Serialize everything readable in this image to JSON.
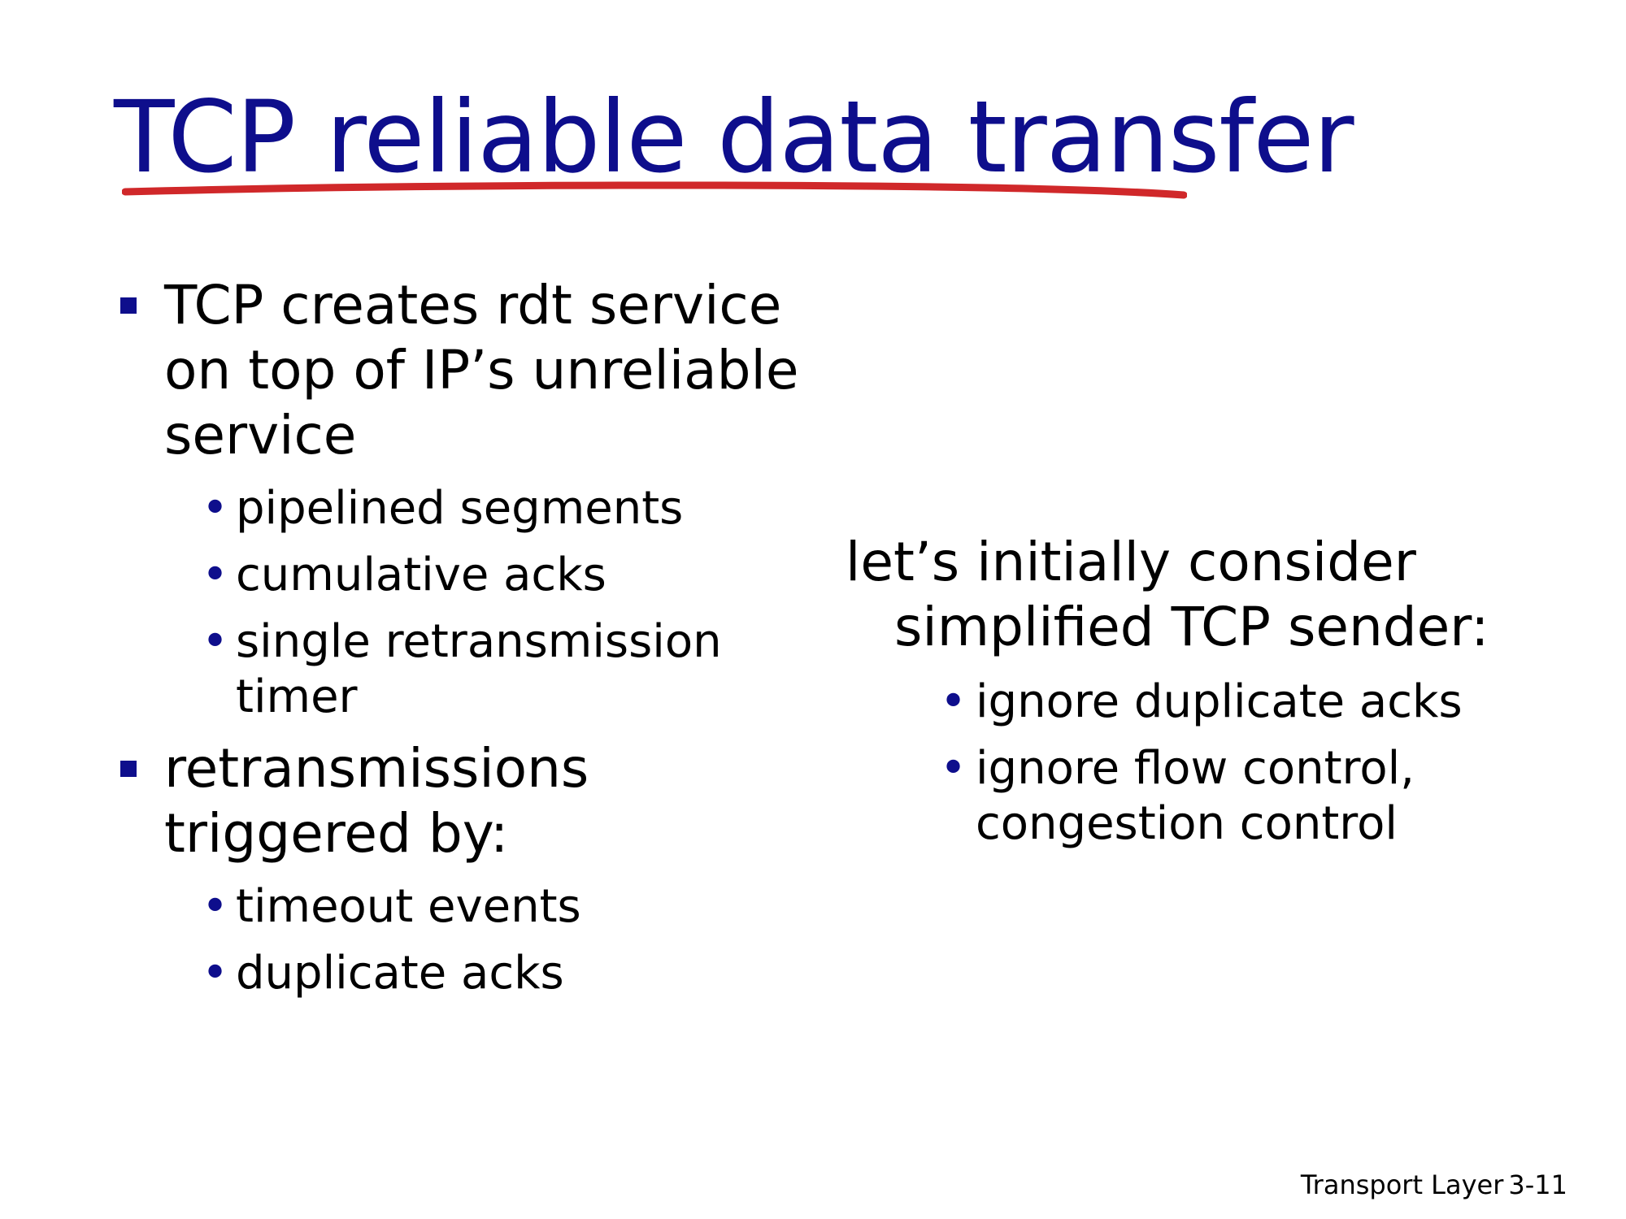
{
  "slide": {
    "title": "TCP reliable data transfer",
    "accent_color": "#0e0e8c",
    "underline_color": "#d0282a"
  },
  "left_column": {
    "items": [
      {
        "text": "TCP creates rdt service on top of IP’s unreliable service",
        "subitems": [
          "pipelined segments",
          "cumulative acks",
          "single retransmission timer"
        ]
      },
      {
        "text": "retransmissions triggered by:",
        "subitems": [
          "timeout events",
          "duplicate acks"
        ]
      }
    ]
  },
  "right_column": {
    "intro": "let’s initially consider simplified TCP sender:",
    "subitems": [
      "ignore duplicate acks",
      "ignore flow control, congestion control"
    ]
  },
  "footer": {
    "label": "Transport Layer",
    "page": "3-11"
  }
}
